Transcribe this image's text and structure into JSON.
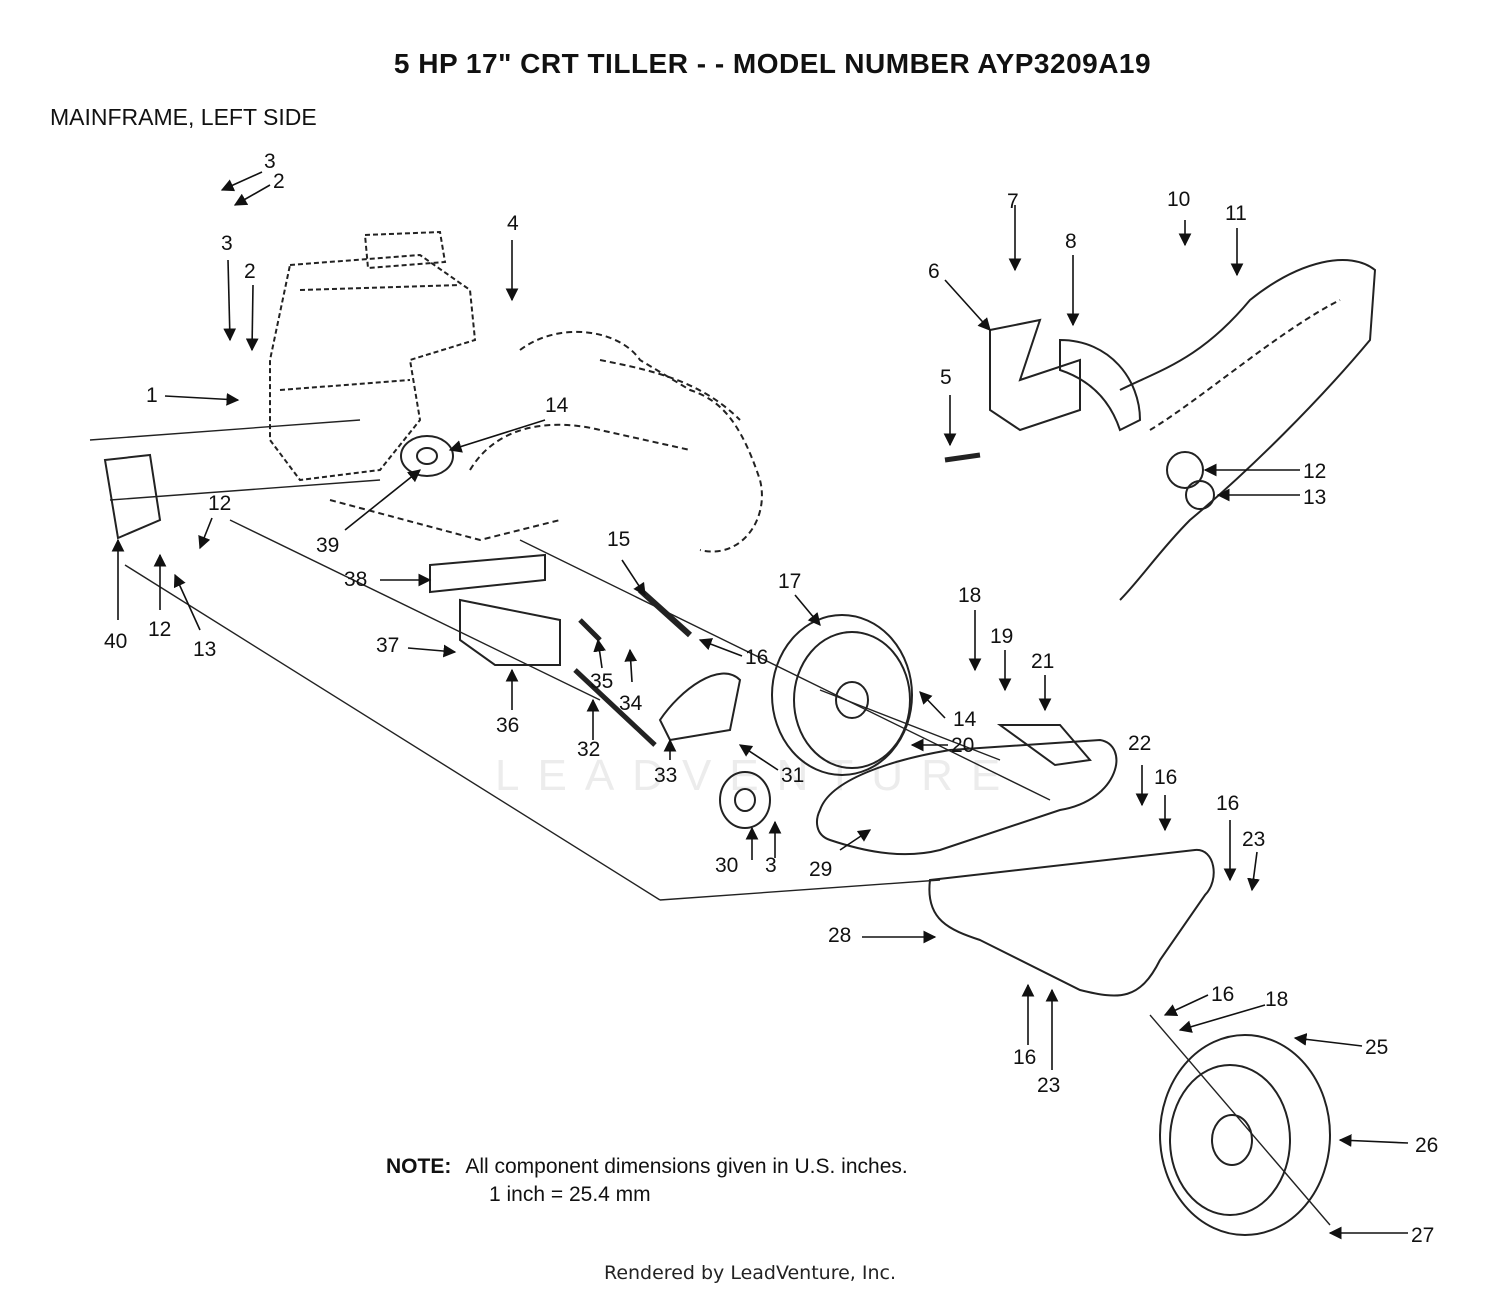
{
  "title": "5 HP  17\" CRT TILLER - - MODEL NUMBER AYP3209A19",
  "subtitle": "MAINFRAME, LEFT SIDE",
  "note": {
    "label": "NOTE:",
    "line1": "All component dimensions given in U.S. inches.",
    "line2": "1 inch = 25.4 mm"
  },
  "footer": "Rendered by LeadVenture, Inc.",
  "watermark": "LEADVENTURE",
  "callouts": [
    "3",
    "2",
    "3",
    "2",
    "1",
    "4",
    "14",
    "39",
    "12",
    "40",
    "12",
    "13",
    "38",
    "15",
    "37",
    "35",
    "34",
    "36",
    "32",
    "33",
    "31",
    "30",
    "3",
    "17",
    "16",
    "14",
    "20",
    "18",
    "19",
    "21",
    "22",
    "16",
    "29",
    "16",
    "23",
    "28",
    "16",
    "18",
    "16",
    "23",
    "25",
    "26",
    "27",
    "7",
    "8",
    "10",
    "11",
    "6",
    "5",
    "12",
    "13"
  ]
}
